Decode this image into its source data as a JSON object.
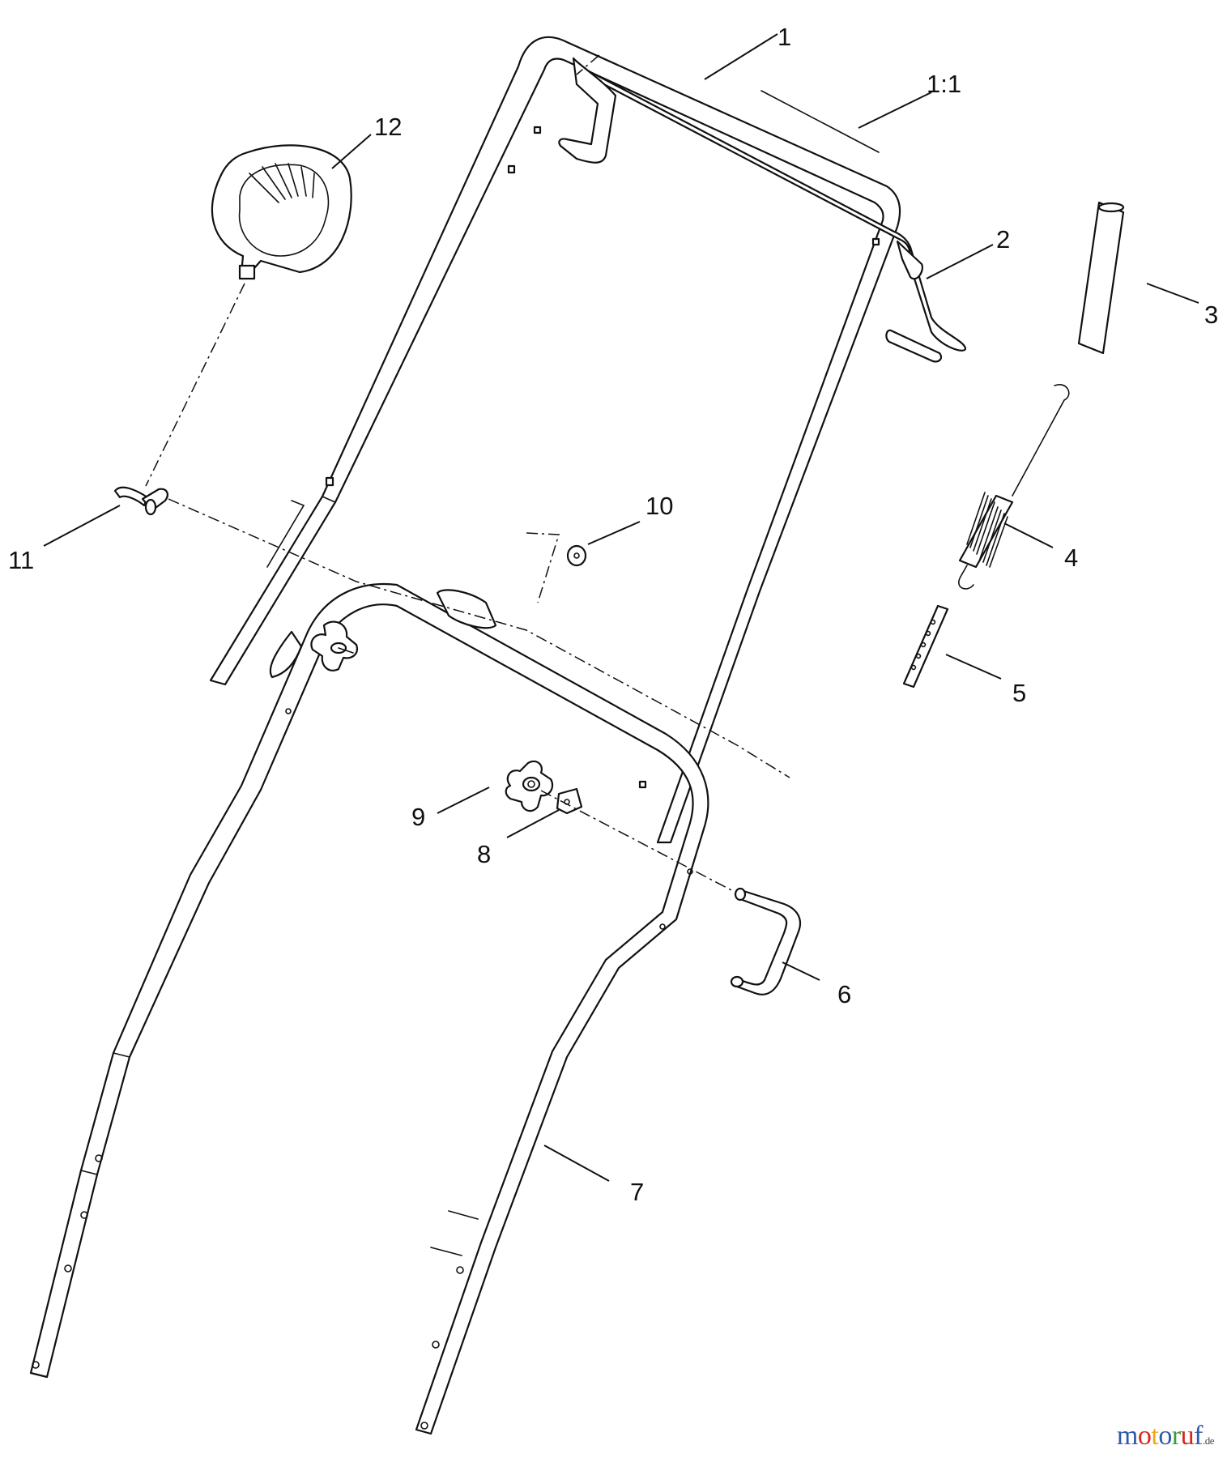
{
  "callouts": {
    "c1": "1",
    "c1_1": "1:1",
    "c2": "2",
    "c3": "3",
    "c4": "4",
    "c5": "5",
    "c6": "6",
    "c7": "7",
    "c8": "8",
    "c9": "9",
    "c10": "10",
    "c11": "11",
    "c12": "12"
  },
  "watermark": {
    "text": "motoruf",
    "suffix": ".de",
    "colors": [
      "#2e5aa8",
      "#d8261c",
      "#f2a516",
      "#2e5aa8",
      "#3d9a3a",
      "#d8261c",
      "#2e5aa8"
    ]
  }
}
